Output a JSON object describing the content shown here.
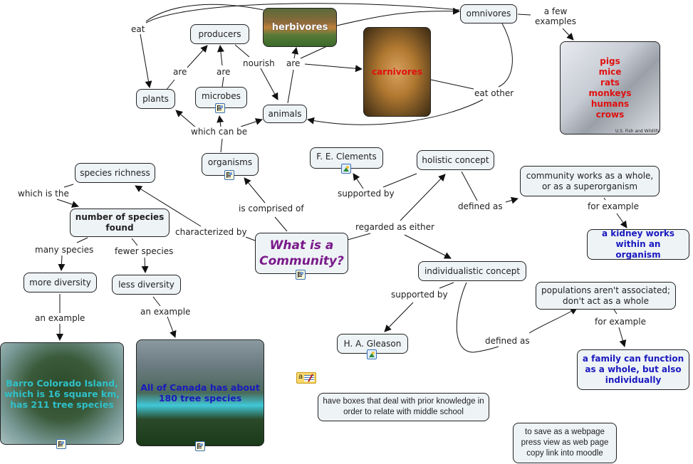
{
  "map_title": "What is a Community?",
  "colors": {
    "node_bg": "#eef3f6",
    "main_text": "#7a1a8a",
    "example_text": "#1a1abf",
    "image_red_text": "#e01010",
    "image_cyan_text": "#30c0c8",
    "image_white_text": "#ffffff"
  },
  "concepts": {
    "main": "What is a Community?",
    "producers": "producers",
    "plants": "plants",
    "microbes": "microbes",
    "animals": "animals",
    "organisms": "organisms",
    "herbivores": "herbivores",
    "carnivores": "carnivores",
    "omnivores": "omnivores",
    "omnivore_examples": [
      "pigs",
      "mice",
      "rats",
      "monkeys",
      "humans",
      "crows"
    ],
    "omnivore_image_credit": "U.S. Fish and Wildlife",
    "species_richness": "species richness",
    "number_of_species": "number of species found",
    "more_diversity": "more diversity",
    "less_diversity": "less diversity",
    "barro_colorado": "Barro Colorado Island, which is 16 square km, has 211 tree species",
    "canada": "All of Canada has about 180 tree species",
    "fe_clements": "F. E. Clements",
    "holistic": "holistic concept",
    "community_whole": "community works as a whole, or as a superorganism",
    "kidney": "a kidney works within an organism",
    "individualistic": "individualistic concept",
    "ha_gleason": "H. A. Gleason",
    "populations": "populations aren't associated; don't act as a whole",
    "family": "a family can function as a whole, but also individually",
    "note_prior": "have boxes that deal with prior knowledge in order to relate with middle school",
    "note_save": "to save as a webpage press view as web page copy link into moodle"
  },
  "linking_phrases": {
    "eat": "eat",
    "are_plants": "are",
    "are_microbes": "are",
    "nourish": "nourish",
    "are_animals": "are",
    "which_can_be": "which can be",
    "eat_other": "eat other",
    "a_few_examples": "a few examples",
    "is_comprised_of": "is comprised of",
    "characterized_by": "characterized by",
    "which_is_the": "which is the",
    "many_species": "many species",
    "fewer_species": "fewer species",
    "an_example_1": "an example",
    "an_example_2": "an example",
    "supported_by_1": "supported by",
    "regarded_as_either": "regarded as either",
    "defined_as_1": "defined as",
    "for_example_1": "for example",
    "supported_by_2": "supported by",
    "defined_as_2": "defined as",
    "for_example_2": "for example"
  },
  "resource_icons": {
    "note_icon_letter": "a"
  }
}
